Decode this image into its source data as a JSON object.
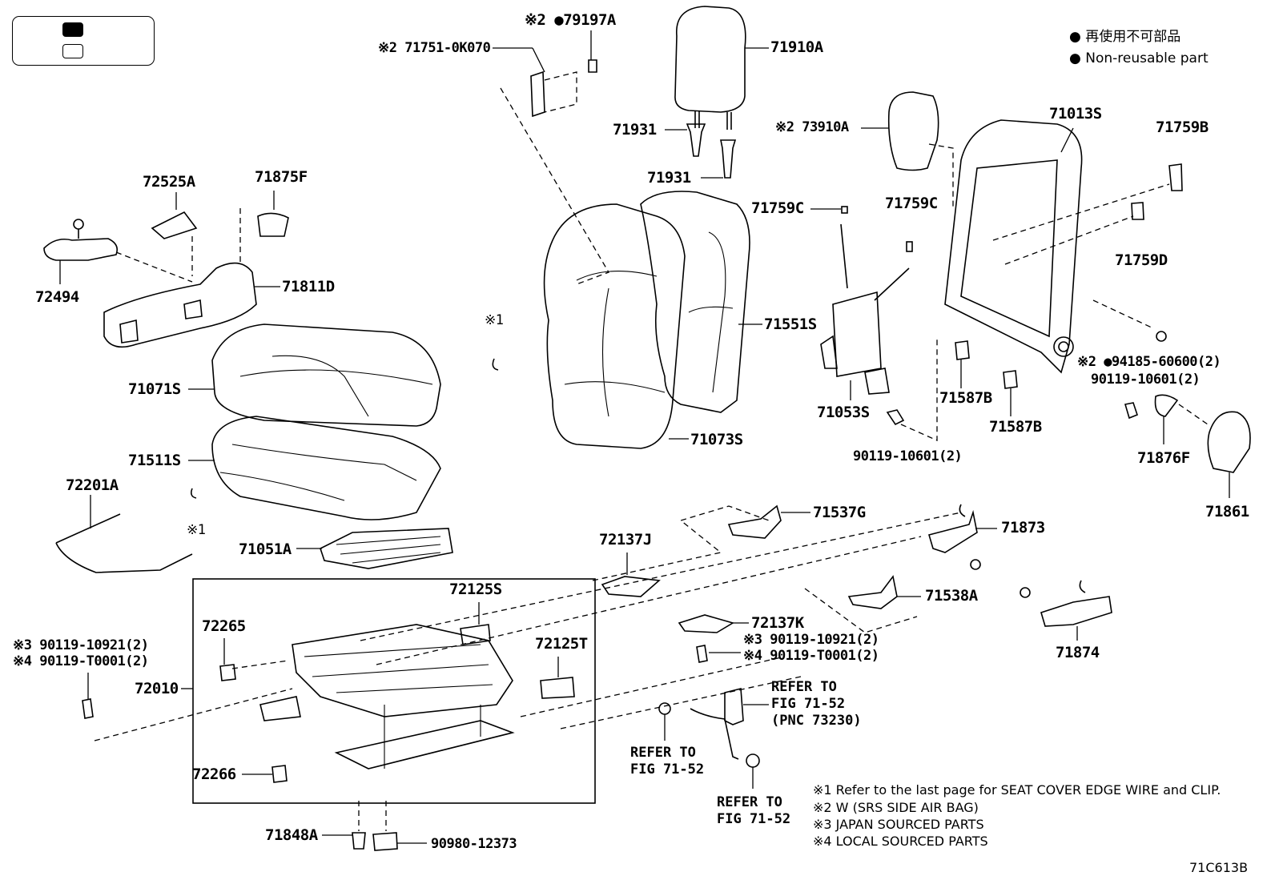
{
  "legend": {
    "jp": "● 再使用不可部品",
    "en": "● Non-reusable part"
  },
  "parts": {
    "p79197A": "※2 ●79197A",
    "p717510K070": "※2 71751-0K070",
    "p71910A": "71910A",
    "p71931a": "71931",
    "p71931b": "71931",
    "p73910A": "※2 73910A",
    "p71013S": "71013S",
    "p71759B": "71759B",
    "p71759Ca": "71759C",
    "p71759Cb": "71759C",
    "p71759D": "71759D",
    "p72525A": "72525A",
    "p71875F": "71875F",
    "p72494": "72494",
    "p71811D": "71811D",
    "p71071S": "71071S",
    "p71511S": "71511S",
    "p72201A": "72201A",
    "p71051A": "71051A",
    "p71551S": "71551S",
    "p71073S": "71073S",
    "p71053S": "71053S",
    "p71587Ba": "71587B",
    "p71587Bb": "71587B",
    "p9418560600": "※2 ●94185-60600(2)",
    "p9011910601a": "90119-10601(2)",
    "p9011910601b": "90119-10601(2)",
    "p71876F": "71876F",
    "p71861": "71861",
    "p71537G": "71537G",
    "p72137J": "72137J",
    "p71873": "71873",
    "p72125S": "72125S",
    "p71538A": "71538A",
    "p72137K": "72137K",
    "p71874": "71874",
    "p72265": "72265",
    "p72125T": "72125T",
    "p72010": "72010",
    "p72266": "72266",
    "p71848A": "71848A",
    "p9098012373": "90980-12373",
    "p9011910921a": "※3 90119-10921(2)",
    "p90119T0001a": "※4 90119-T0001(2)",
    "p9011910921b": "※3 90119-10921(2)",
    "p90119T0001b": "※4 90119-T0001(2)",
    "note1a": "※1",
    "note1b": "※1"
  },
  "refs": {
    "ref1": "REFER TO\nFIG 71-52\n(PNC 73230)",
    "ref2": "REFER TO\nFIG 71-52",
    "ref3": "REFER TO\nFIG 71-52"
  },
  "notes": {
    "n1": "※1  Refer to the last page for SEAT COVER EDGE WIRE and CLIP.",
    "n2": "※2  W (SRS SIDE AIR BAG)",
    "n3": "※3  JAPAN SOURCED PARTS",
    "n4": "※4  LOCAL SOURCED PARTS"
  },
  "figure_id": "71C613B"
}
